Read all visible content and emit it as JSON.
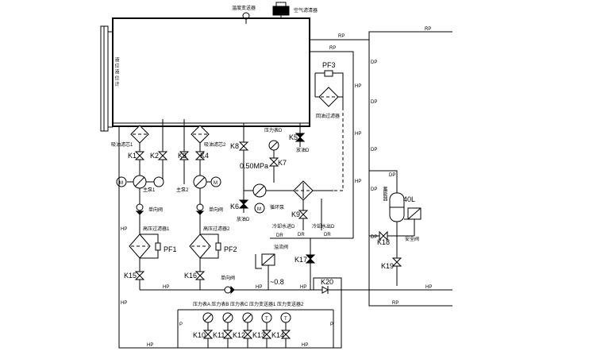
{
  "tank": {
    "level_gauge_label": "液 位 液 位 计",
    "temp_sensor_label": "温度变送器",
    "air_filter_label": "空气滤清器"
  },
  "filters": {
    "suction_1": "吸油滤芯1",
    "suction_2": "吸油滤芯2",
    "return_filter": "回油过滤器",
    "return_code": "PF3",
    "hp_filter_1": "高压过滤器1",
    "hp_filter_2": "高压过滤器2",
    "pf1": "PF1",
    "pf2": "PF2"
  },
  "pumps": {
    "main_pump_1": "主泵1",
    "main_pump_2": "主泵2",
    "check_valve": "单向阀",
    "check_valve_2": "单向阀"
  },
  "valves": {
    "k1": "K1",
    "k2": "K2",
    "k3": "K3",
    "k4": "K4",
    "k5": "K5",
    "k6": "K6",
    "k7": "K7",
    "k8": "K8",
    "k9": "K9",
    "k10": "K10",
    "k11": "K11",
    "k12": "K12",
    "k13": "K13",
    "k14": "K14",
    "k15": "K15",
    "k16": "K16",
    "k17": "K17",
    "k18": "K18",
    "k19": "K19",
    "k20": "K20"
  },
  "misc": {
    "pressure_gauge": "压力表D",
    "pressure_setting": "0.50MPa",
    "drain_label": "放油D",
    "drain_label_2": "放油D",
    "circ_pump": "循环泵",
    "cooler_in": "冷却水进D",
    "cooler_out": "冷却水出D",
    "relief_valve": "溢流阀",
    "pressure_relief_value": "~0.8",
    "accumulator": "蓄能器",
    "accumulator_volume": "40L",
    "safety_valve": "安全阀",
    "transducers": "压力表A 压力表B 压力表C 压力变送器1 压力变送器2"
  },
  "line_tags": {
    "hp": "HP",
    "p": "P",
    "dp": "DP",
    "hp_vert": "HP",
    "dr": "DR",
    "rp": "RP"
  }
}
